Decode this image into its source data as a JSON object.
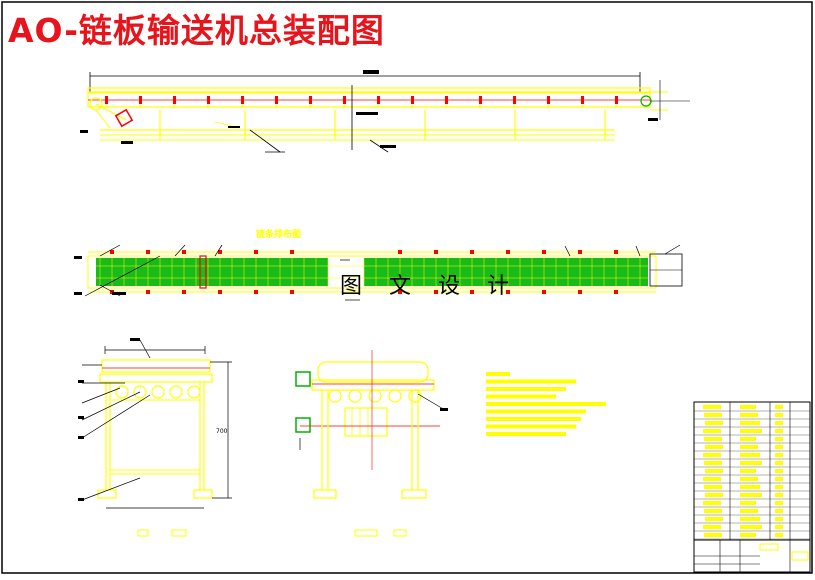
{
  "drawing": {
    "title": "AO-链板输送机总装配图",
    "watermark": "图 文 设 计",
    "dimension_700": "700"
  },
  "colors": {
    "frame": "#000000",
    "part": "#ffff00",
    "chain": "#00b400",
    "accent": "#ff0000",
    "dimension": "#000000",
    "title_text": "#e8141c"
  }
}
